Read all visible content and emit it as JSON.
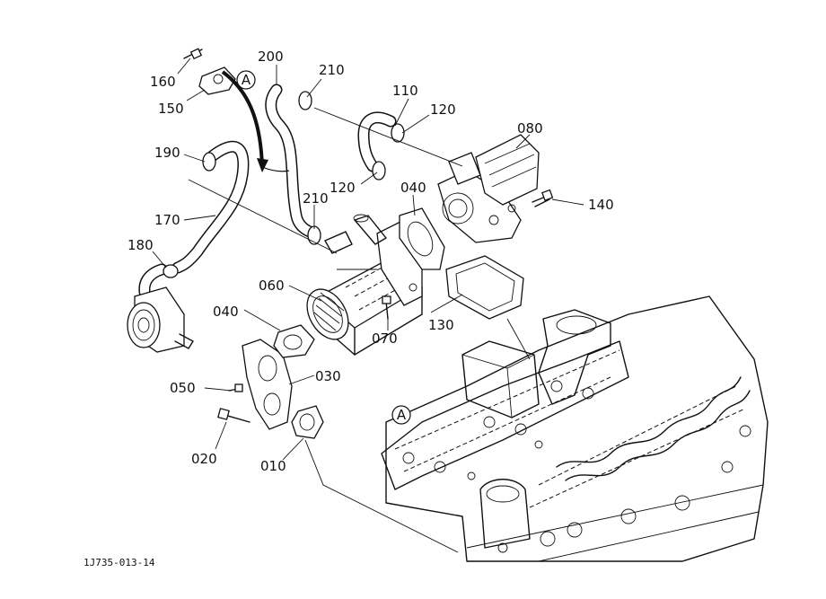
{
  "figure_id": "1J735-013-14",
  "ref_marker": "A",
  "callouts": {
    "p160": "160",
    "p150": "150",
    "p200": "200",
    "p210a": "210",
    "p110": "110",
    "p120a": "120",
    "p080": "080",
    "p190": "190",
    "p120b": "120",
    "p040a": "040",
    "p210b": "210",
    "p140": "140",
    "p170": "170",
    "p180": "180",
    "p060": "060",
    "p130": "130",
    "p040b": "040",
    "p070": "070",
    "p030": "030",
    "p050": "050",
    "p020": "020",
    "p010": "010"
  }
}
